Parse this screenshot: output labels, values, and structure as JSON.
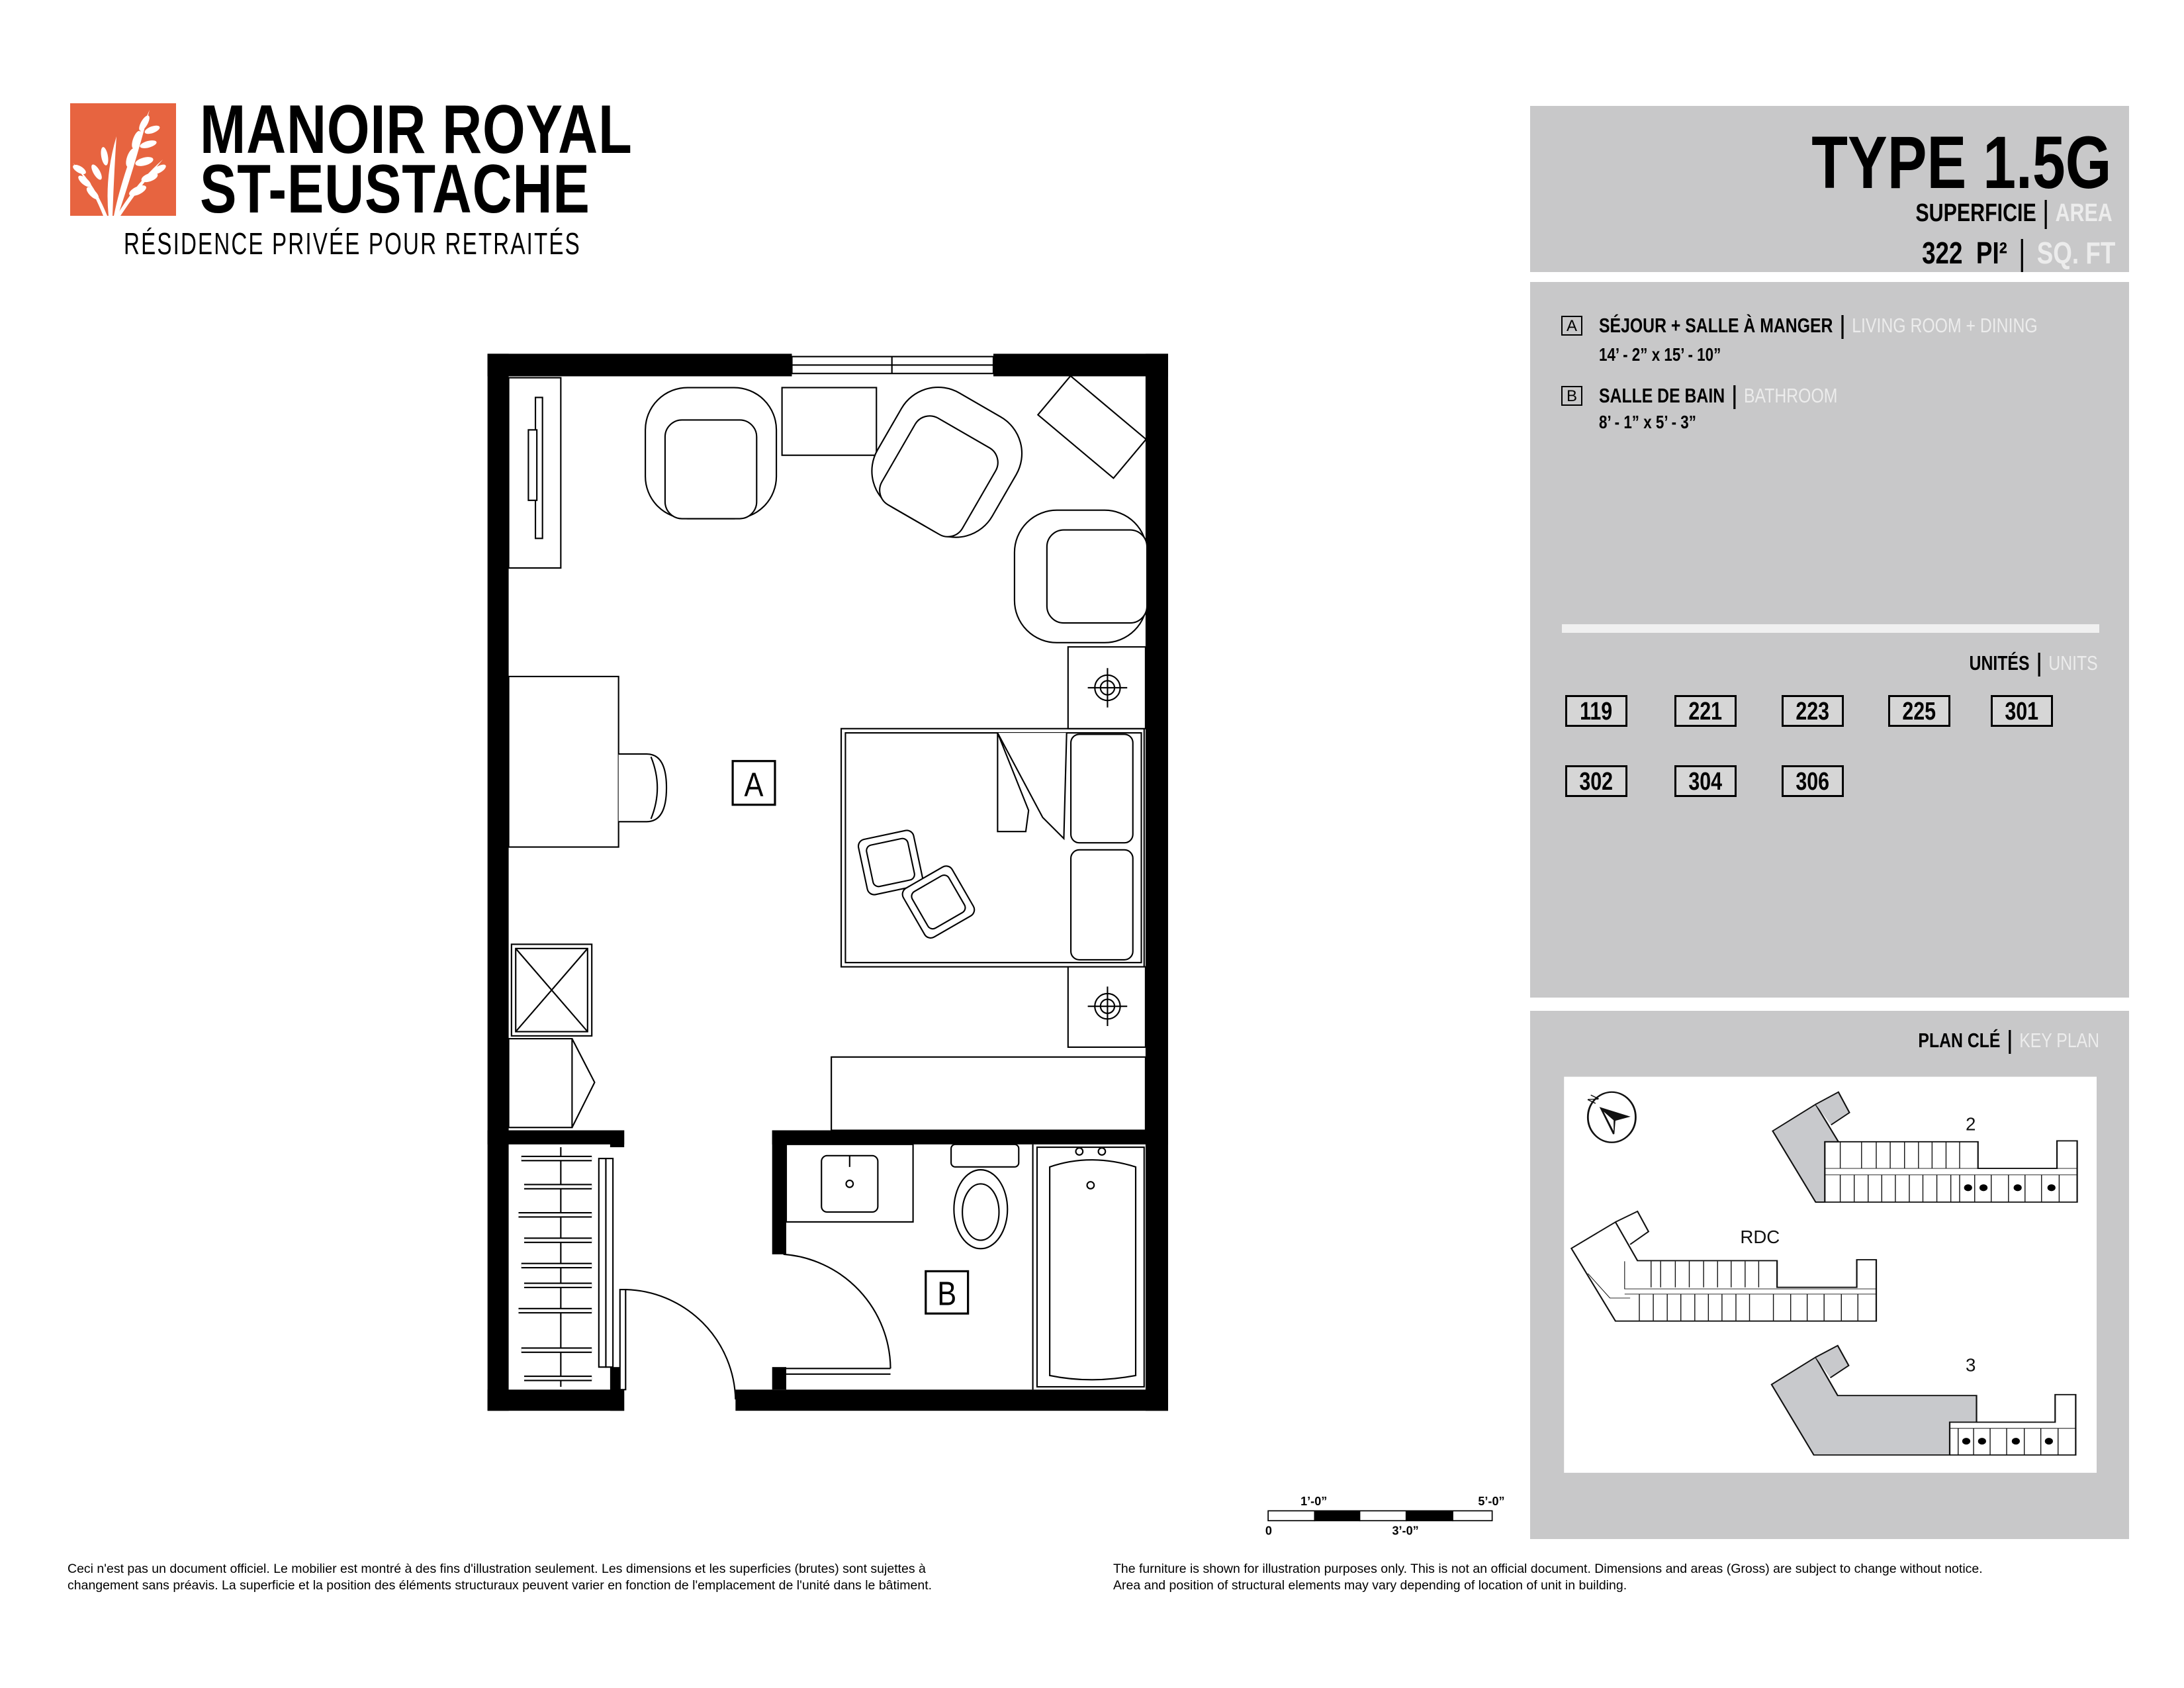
{
  "brand": {
    "name_line1": "MANOIR ROYAL",
    "name_line2": "ST-EUSTACHE",
    "tagline": "RÉSIDENCE PRIVÉE POUR RETRAITÉS",
    "logo_icon": "wheat-icon",
    "color": "#e76440"
  },
  "summary": {
    "type": "TYPE 1.5G",
    "area_label_fr": "SUPERFICIE",
    "area_label_en": "AREA",
    "area_value": "322",
    "unit_fr": "PI²",
    "unit_en": "SQ. FT"
  },
  "rooms": [
    {
      "key": "A",
      "name_fr": "SÉJOUR + SALLE À MANGER",
      "name_en": "LIVING ROOM + DINING",
      "dims": "14’ - 2” x 15’ - 10”"
    },
    {
      "key": "B",
      "name_fr": "SALLE DE BAIN",
      "name_en": "BATHROOM",
      "dims": "8’ -  1” x 5’ - 3”"
    }
  ],
  "units": {
    "label_fr": "UNITÉS",
    "label_en": "UNITS",
    "list": [
      "119",
      "221",
      "223",
      "225",
      "301",
      "302",
      "304",
      "306"
    ]
  },
  "key_plan": {
    "label_fr": "PLAN CLÉ",
    "label_en": "KEY PLAN",
    "floors": [
      "2",
      "RDC",
      "3"
    ],
    "compass": "N"
  },
  "plan": {
    "label_a": "A",
    "label_b": "B"
  },
  "scale_bar": {
    "labels": [
      "0",
      "1’-0”",
      "3’-0”",
      "5’-0”"
    ]
  },
  "footer": {
    "fr_line1": "Ceci n'est pas un document officiel. Le mobilier est montré à des fins d'illustration seulement. Les dimensions et les superficies (brutes) sont sujettes à",
    "fr_line2": "changement sans préavis. La superficie et la position des éléments structuraux peuvent varier en fonction de l'emplacement de l'unité dans le bâtiment.",
    "en_line1": "The furniture is shown for illustration purposes only. This is not an official document. Dimensions and areas (Gross) are subject to change without notice.",
    "en_line2": "Area and position of structural elements may vary depending of location of unit in building."
  }
}
